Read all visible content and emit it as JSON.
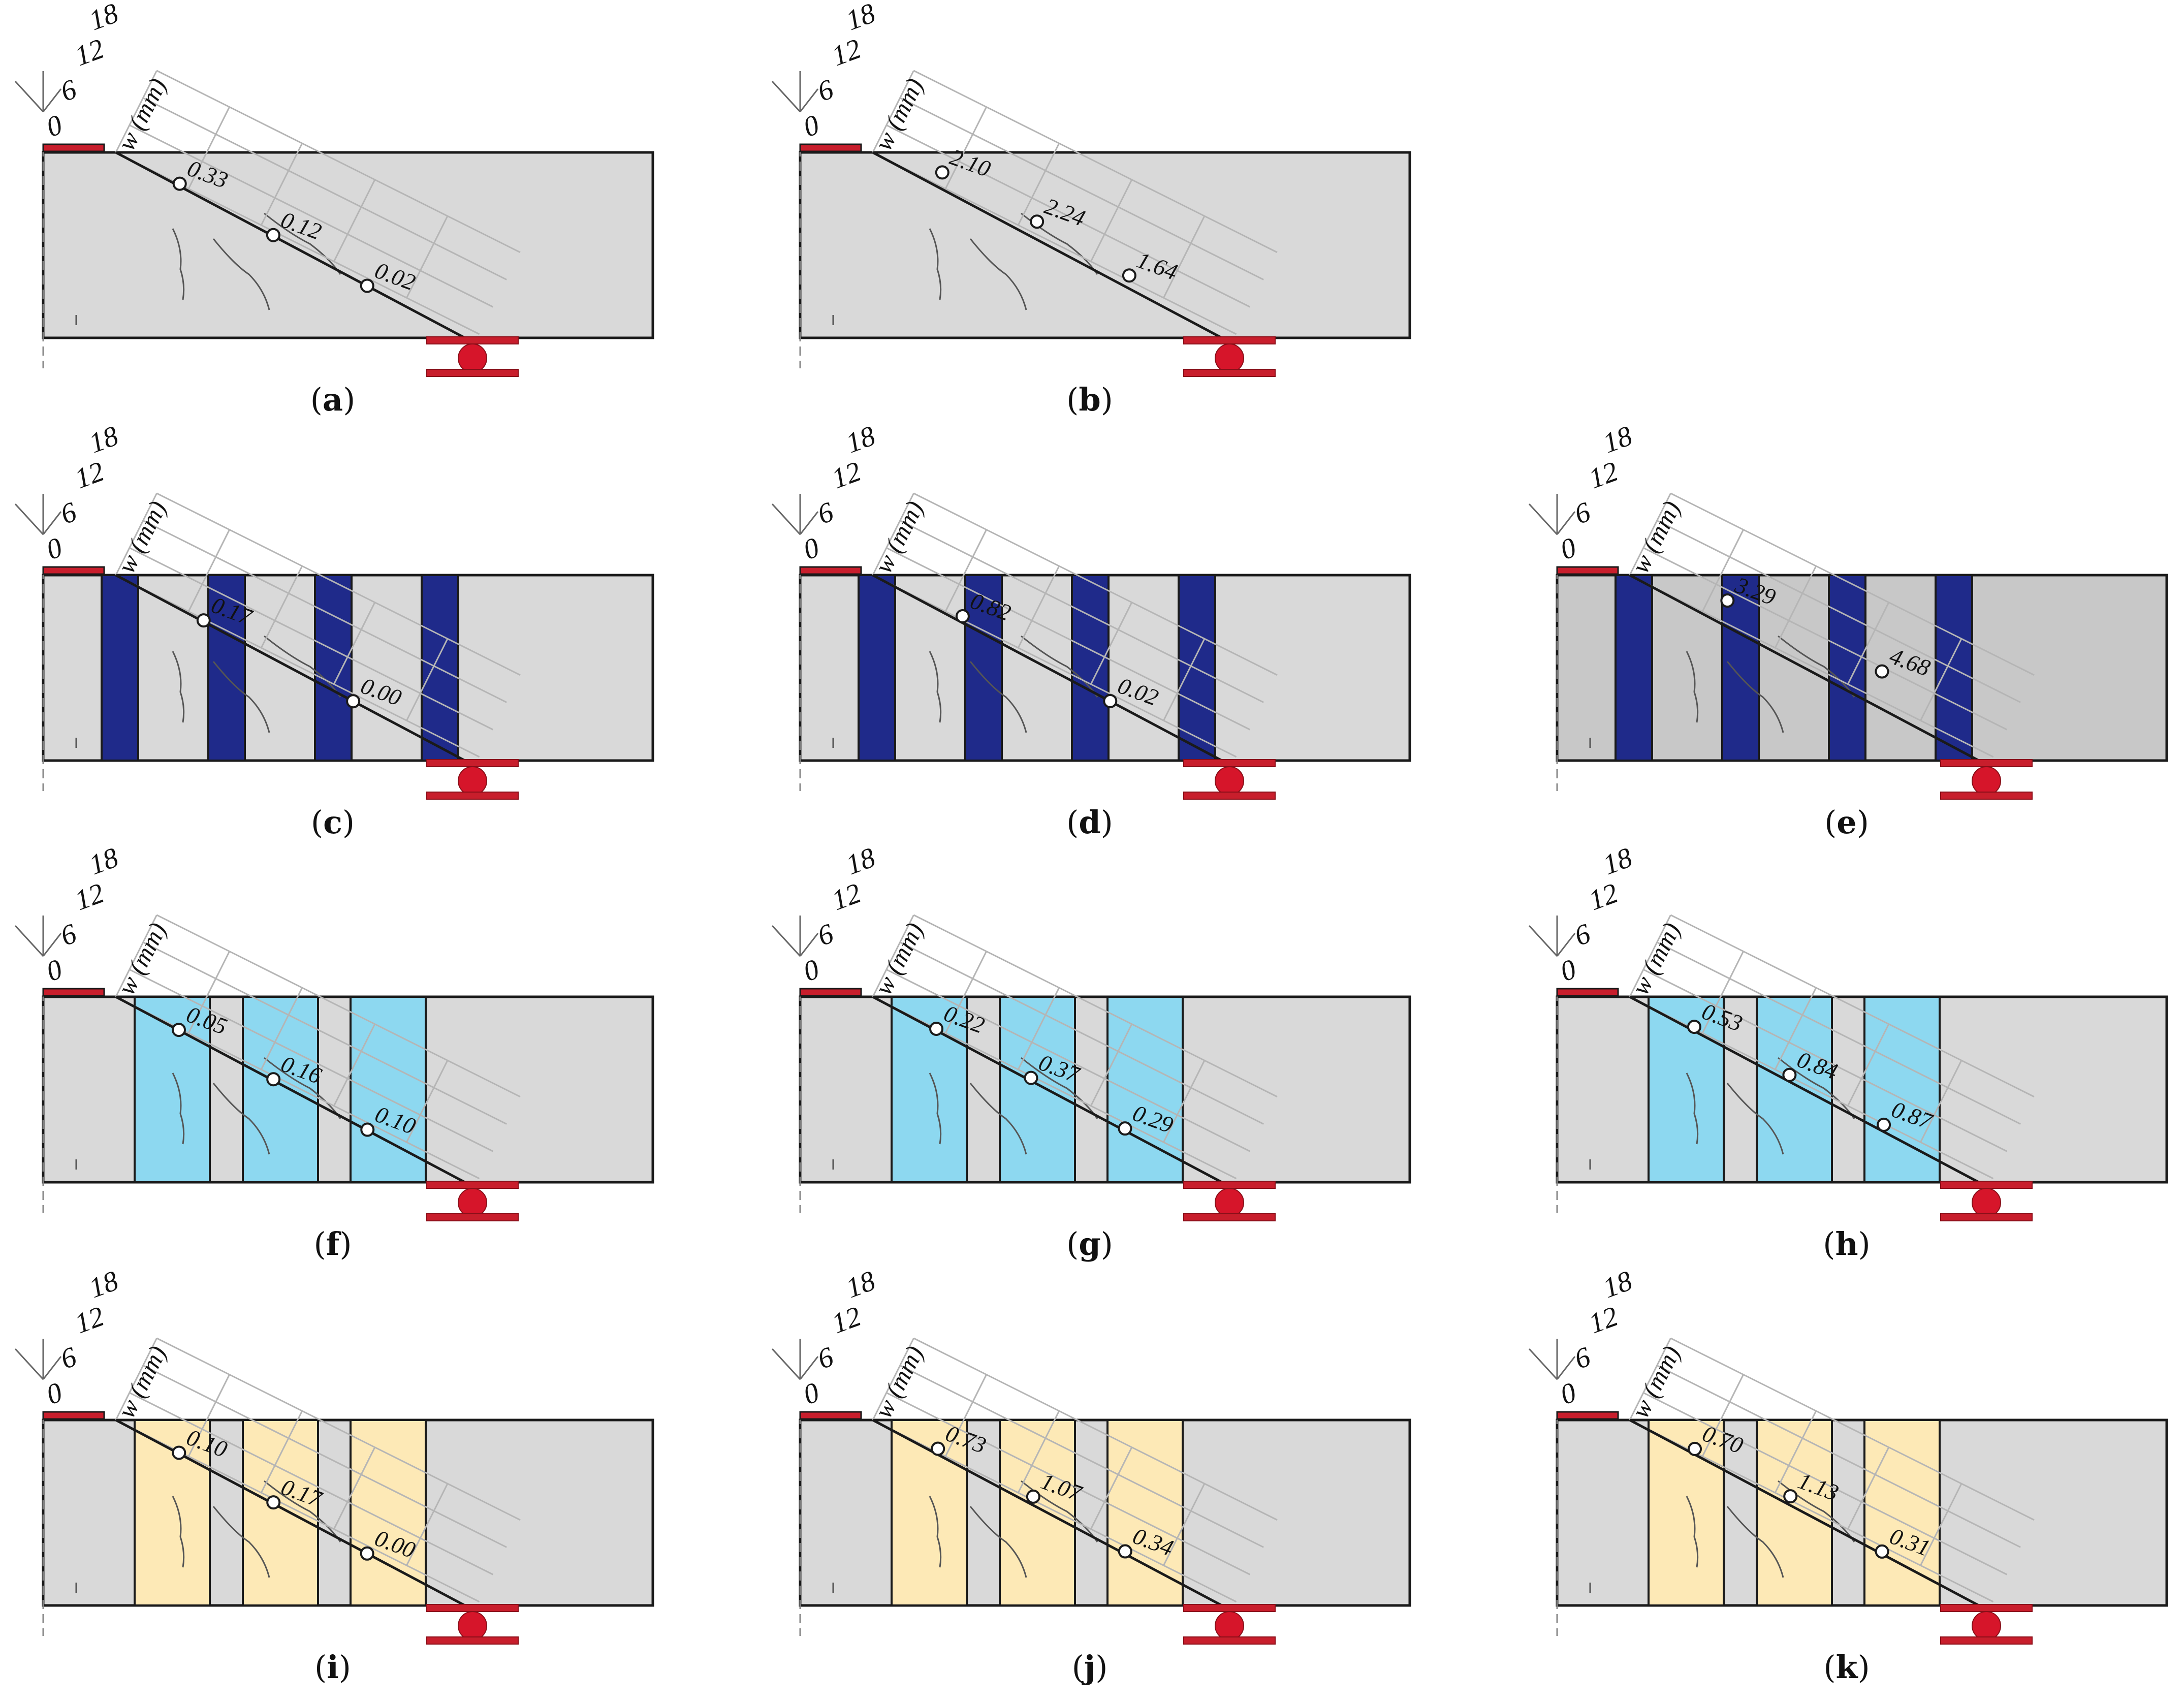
{
  "figure": {
    "axis_ticks": [
      "0",
      "6",
      "12",
      "18"
    ],
    "axis_title": "w (mm)",
    "colors": {
      "beam": "#d9d9d9",
      "beam_dark": "#c8c8c8",
      "outline": "#1a1a1a",
      "support": "#d6152a",
      "support_plate": "#c81e2c",
      "strip_dark": "#1f2a8a",
      "strip_light": "#8dd8f0",
      "strip_yellow": "#fde9b6",
      "grid": "#b5b5b5"
    },
    "icons": {
      "support": "pin-support-icon",
      "load": "load-plate-icon"
    },
    "panels": [
      {
        "id": "a",
        "caption_open": "(",
        "caption_letter": "a",
        "caption_close": ")",
        "strip_type": "none",
        "strips": 0,
        "values": [
          "0.33",
          "0.12",
          "0.02"
        ],
        "w_mm": [
          0.33,
          0.12,
          0.02
        ]
      },
      {
        "id": "b",
        "caption_open": "(",
        "caption_letter": "b",
        "caption_close": ")",
        "strip_type": "none",
        "strips": 0,
        "values": [
          "2.10",
          "2.24",
          "1.64"
        ],
        "w_mm": [
          2.1,
          2.24,
          1.64
        ]
      },
      {
        "id": "c",
        "caption_open": "(",
        "caption_letter": "c",
        "caption_close": ")",
        "strip_type": "dark",
        "strips": 4,
        "values": [
          "0.17",
          "0.00"
        ],
        "w_mm": [
          0.17,
          0.0
        ]
      },
      {
        "id": "d",
        "caption_open": "(",
        "caption_letter": "d",
        "caption_close": ")",
        "strip_type": "dark",
        "strips": 4,
        "values": [
          "0.82",
          "0.02"
        ],
        "w_mm": [
          0.82,
          0.02
        ]
      },
      {
        "id": "e",
        "caption_open": "(",
        "caption_letter": "e",
        "caption_close": ")",
        "strip_type": "dark",
        "strips": 4,
        "values": [
          "3.29",
          "4.68"
        ],
        "w_mm": [
          3.29,
          4.68
        ]
      },
      {
        "id": "f",
        "caption_open": "(",
        "caption_letter": "f",
        "caption_close": ")",
        "strip_type": "light",
        "strips": 3,
        "values": [
          "0.05",
          "0.16",
          "0.10"
        ],
        "w_mm": [
          0.05,
          0.16,
          0.1
        ]
      },
      {
        "id": "g",
        "caption_open": "(",
        "caption_letter": "g",
        "caption_close": ")",
        "strip_type": "light",
        "strips": 3,
        "values": [
          "0.22",
          "0.37",
          "0.29"
        ],
        "w_mm": [
          0.22,
          0.37,
          0.29
        ]
      },
      {
        "id": "h",
        "caption_open": "(",
        "caption_letter": "h",
        "caption_close": ")",
        "strip_type": "light",
        "strips": 3,
        "values": [
          "0.53",
          "0.84",
          "0.87"
        ],
        "w_mm": [
          0.53,
          0.84,
          0.87
        ]
      },
      {
        "id": "i",
        "caption_open": "(",
        "caption_letter": "i",
        "caption_close": ")",
        "strip_type": "yellow",
        "strips": 3,
        "values": [
          "0.10",
          "0.17",
          "0.00"
        ],
        "w_mm": [
          0.1,
          0.17,
          0.0
        ]
      },
      {
        "id": "j",
        "caption_open": "(",
        "caption_letter": "j",
        "caption_close": ")",
        "strip_type": "yellow",
        "strips": 3,
        "values": [
          "0.73",
          "1.07",
          "0.34"
        ],
        "w_mm": [
          0.73,
          1.07,
          0.34
        ]
      },
      {
        "id": "k",
        "caption_open": "(",
        "caption_letter": "k",
        "caption_close": ")",
        "strip_type": "yellow",
        "strips": 3,
        "values": [
          "0.70",
          "1.13",
          "0.31"
        ],
        "w_mm": [
          0.7,
          1.13,
          0.31
        ]
      }
    ]
  }
}
